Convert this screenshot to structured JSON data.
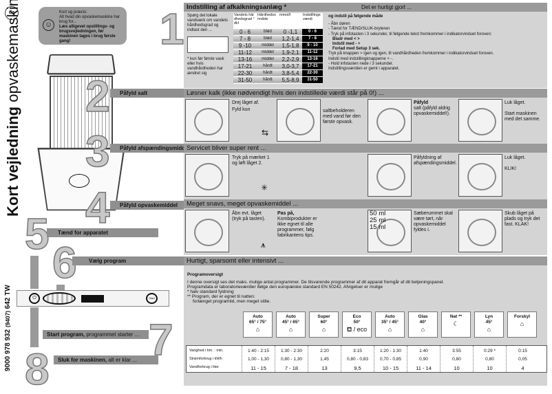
{
  "lang_badge": "da",
  "vertical_title": {
    "bold": "Kort vejledning",
    "normal": " opvaskemaskine"
  },
  "doc_number": {
    "main": "9000 978 932",
    "small": "(9407)",
    "suffix": "642 TW"
  },
  "intro": {
    "line1": "Kort og præcis:",
    "line2": "Alt hvad din opvaskemaskine har brug for...",
    "bold": "Læs alligevel opstillings- og brugsvejledningen, før maskinen tages i brug første gang!"
  },
  "steps": {
    "n1": "1",
    "n2": "2",
    "n3": "3",
    "n4": "4",
    "n5": "5",
    "n6": "6",
    "n7": "7",
    "n8": "8"
  },
  "labels": {
    "salt": "Påfyld salt",
    "rinse": "Påfyld afspændingsmiddel",
    "detergent": "Påfyld opvaskemiddel",
    "power_on": "Tænd for apparatet",
    "choose": "Vælg program",
    "start_bold": "Start program,",
    "start_rest": " programmet starter ...",
    "off_bold": "Sluk for maskinen,",
    "off_rest": " alt er klar ..."
  },
  "section1": {
    "title": "Indstilling af afkalkningsanlæg *",
    "right_title": "Det er hurtigt gjort ...",
    "ask": "Spørg det lokale vandværk om vandets hårdhedsgrad og indtast den ...",
    "footnote": "* kun før første vask eller hvis vandhårdheden har ændret sig",
    "table_headers": [
      "Vandets hårdhedsgrad °dH",
      "Hårdhedsområde",
      "mmol/l",
      "Indstillingsværdi"
    ],
    "rows": [
      [
        "0 - 6",
        "blød",
        "0 -1,1",
        "0 - 6"
      ],
      [
        "7 - 8",
        "blød",
        "1,2-1,4",
        "7 - 8"
      ],
      [
        "9 -10",
        "middel",
        "1,5-1,8",
        "9 - 10"
      ],
      [
        "11-12",
        "middel",
        "1,9-2,1",
        "11-12"
      ],
      [
        "13-16",
        "middel",
        "2,2-2,9",
        "13-16"
      ],
      [
        "17-21",
        "hårdt",
        "3,0-3,7",
        "17-21"
      ],
      [
        "22-30",
        "hårdt",
        "3,8-5,4",
        "22-30"
      ],
      [
        "31-50",
        "hårdt",
        "5,5-8,9",
        "31-50"
      ]
    ],
    "instr_title": "og indstil på følgende måde",
    "instr": [
      "- Åbn døren",
      "- Tænd for TÆND/SLUK-bryteren",
      "- Tryk på infotasten i 3 sekunder, til følgende tekst fremkommer i indikatorvinduet foroven:"
    ],
    "instr_bold": [
      "Bladr med < >",
      "Indstil med - +",
      "Forlad med Setup 3 sek."
    ],
    "instr2": [
      "Tryk på knappen > igen og igen, til vandhårdheden fremkommer i indikatorvinduet foroven.",
      "Indstil med indstillingknapperne + -.",
      "- Hold infotasten nede i 3 sekunder.",
      "Indstillingsværdien er gemt i apparatet."
    ]
  },
  "section2": {
    "title": "Løsner kalk (ikke nødvendigt hvis den indstillede værdi står på 0!) ...",
    "t1": "Drej låget af.",
    "t2": "Fyld kun",
    "t3": "saltbeholderen med vand før den første opvask.",
    "t4_bold": "Påfyld",
    "t4": "salt (påfyld aldrig opvaskemiddel!).",
    "t5": "Luk låget.",
    "t6": "Start maskinen med det samme."
  },
  "section3": {
    "title": "Servicet bliver super rent ...",
    "t1": "Tryk på mærket 1 og løft låget 2.",
    "t2": "Påfyldning af afspændingsmiddel.",
    "t3": "Luk låget.",
    "t4": "KLIK!"
  },
  "section4": {
    "title": "Meget snavs, meget opvaskemiddel ...",
    "t1": "Åbn evt. låget (tryk på tasten).",
    "t2_bold": "Pas på,",
    "t2": "Kombiprodukter er ikke egnet til alle programmer, følg fabrikantens tips.",
    "ml": [
      "50 ml",
      "25 ml",
      "15 ml"
    ],
    "t3": "Sæberummet skal være tørt, når opvaskemiddel fyldes i.",
    "t4": "Skub låget på plads og tryk det fast. KLAK!"
  },
  "section5": {
    "title": "Hurtigt, sparsomt eller intensivt ..."
  },
  "overview": {
    "title": "Programoversigt",
    "p1": "I denne oversigt ses det maks. mulige antal programmer. De tilsvarende programmer af dit apparat fremgår af dit betjeningspanel.",
    "p2": "Programdata er laboratorieværdier ifølge den europæiske standard EN 50242. Afvigelser er mulige",
    "n1": "*  halv standard fyldning",
    "n2": "** Program, der er egnet til natten:",
    "n3": "forlænget programtid, men meget stille.",
    "programs": [
      {
        "name": "Auto",
        "temp": "65° / 75°"
      },
      {
        "name": "Auto",
        "temp": "45° / 65°"
      },
      {
        "name": "Super",
        "temp": "60°"
      },
      {
        "name": "Eco",
        "temp": "50°",
        "icon": "eco"
      },
      {
        "name": "Auto",
        "temp": "35° / 45°"
      },
      {
        "name": "Glas",
        "temp": "40°"
      },
      {
        "name": "Nat **",
        "temp": "",
        "icon": "night"
      },
      {
        "name": "Lyn",
        "temp": "45°"
      },
      {
        "name": "Forskyl",
        "temp": ""
      }
    ],
    "row_labels": [
      "Varighed i tim. : min.",
      "Strømforbrug i kWh",
      "Vandforbrug i liter"
    ],
    "duration": [
      "1:40 - 2:15",
      "1:30 - 2:30",
      "2:20",
      "3:15",
      "1:20 - 1:30",
      "1:40",
      "3:55",
      "0:29 *",
      "0:15"
    ],
    "energy": [
      "1,00 - 1,30",
      "0,80 - 1,30",
      "1,45",
      "0,80 - 0,83",
      "0,70 - 0,85",
      "0,90",
      "0,80",
      "0,80",
      "0,05"
    ],
    "water": [
      "11 - 15",
      "7 - 18",
      "13",
      "9,5",
      "10 - 15",
      "11 - 14",
      "10",
      "10",
      "4"
    ]
  },
  "control_panel": {
    "start": "Start"
  }
}
